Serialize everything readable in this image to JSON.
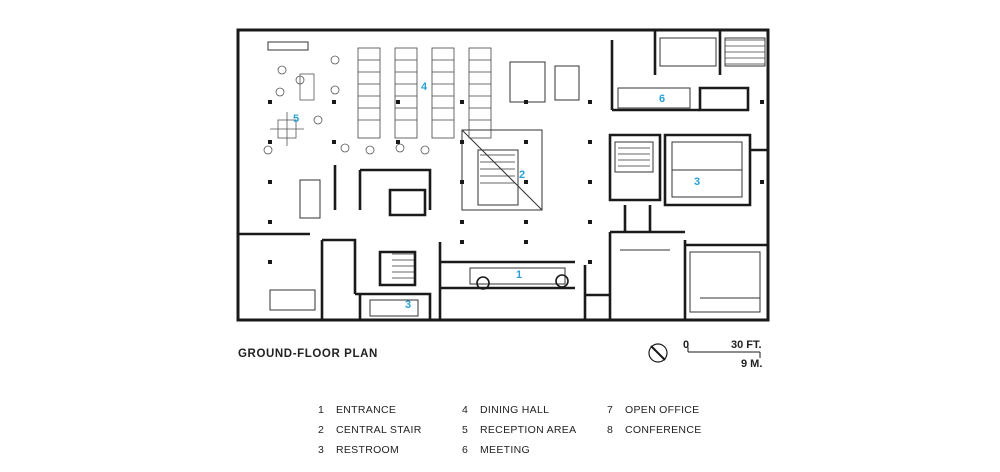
{
  "title": "GROUND-FLOOR PLAN",
  "scale": {
    "zero": "0",
    "feet": "30 FT.",
    "meters": "9 M."
  },
  "plan_tags": [
    {
      "id": "1",
      "label": "1"
    },
    {
      "id": "2",
      "label": "2"
    },
    {
      "id": "3a",
      "label": "3"
    },
    {
      "id": "3b",
      "label": "3"
    },
    {
      "id": "4",
      "label": "4"
    },
    {
      "id": "5",
      "label": "5"
    },
    {
      "id": "6",
      "label": "6"
    }
  ],
  "legend": [
    {
      "num": "1",
      "label": "ENTRANCE"
    },
    {
      "num": "2",
      "label": "CENTRAL STAIR"
    },
    {
      "num": "3",
      "label": "RESTROOM"
    },
    {
      "num": "4",
      "label": "DINING HALL"
    },
    {
      "num": "5",
      "label": "RECEPTION AREA"
    },
    {
      "num": "6",
      "label": "MEETING"
    },
    {
      "num": "7",
      "label": "OPEN OFFICE"
    },
    {
      "num": "8",
      "label": "CONFERENCE"
    }
  ],
  "colors": {
    "wall": "#1a1a1a",
    "tag": "#2a9fd8",
    "line": "#777777"
  }
}
